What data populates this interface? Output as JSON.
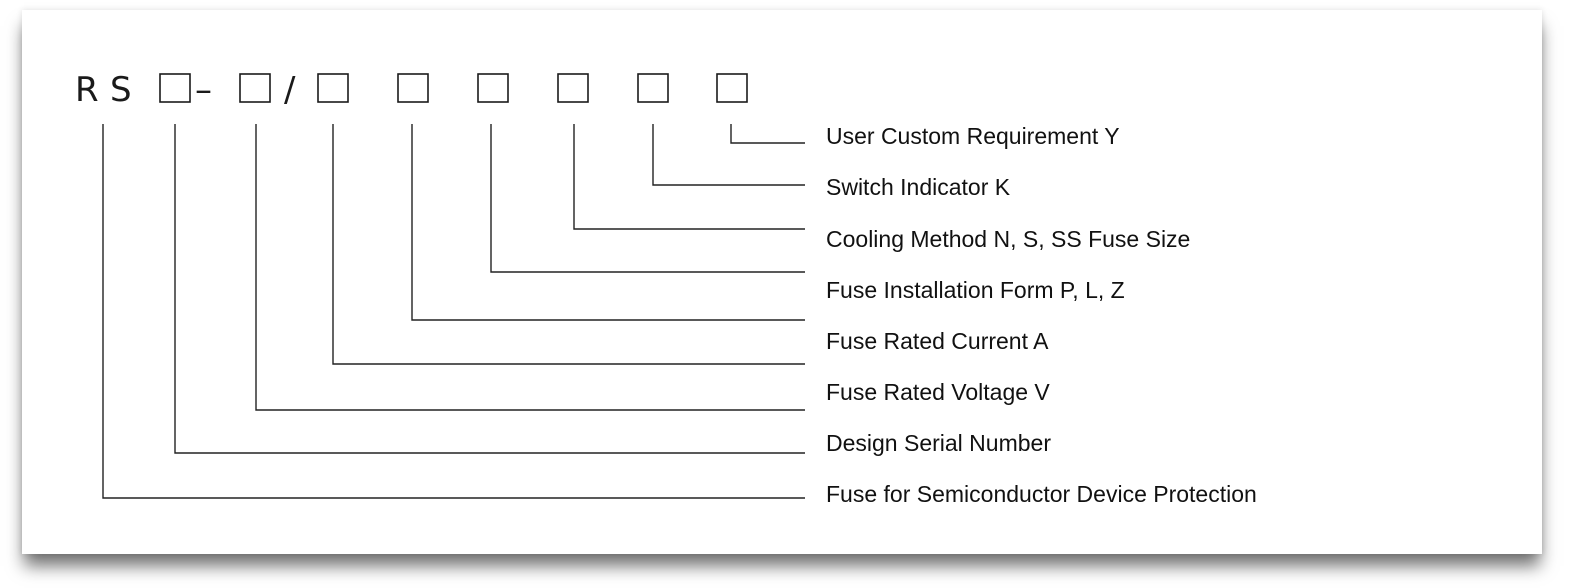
{
  "code": {
    "prefix_r": "R",
    "prefix_s": "S",
    "dash": "–",
    "slash": "/"
  },
  "labels": [
    "User Custom Requirement Y",
    "Switch Indicator K",
    "Cooling Method N, S, SS Fuse Size",
    "Fuse Installation Form P, L, Z",
    "Fuse Rated Current A",
    "Fuse Rated Voltage V",
    "Design Serial Number",
    "Fuse for Semiconductor Device Protection"
  ]
}
